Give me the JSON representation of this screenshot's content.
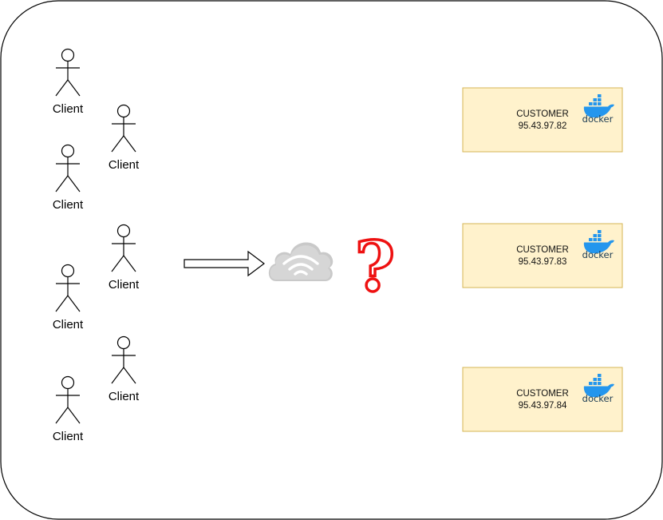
{
  "clients": [
    {
      "label": "Client"
    },
    {
      "label": "Client"
    },
    {
      "label": "Client"
    },
    {
      "label": "Client"
    },
    {
      "label": "Client"
    },
    {
      "label": "Client"
    },
    {
      "label": "Client"
    }
  ],
  "question_mark": "?",
  "customers": [
    {
      "title": "CUSTOMER",
      "ip": "95.43.97.82",
      "logo_text": "docker"
    },
    {
      "title": "CUSTOMER",
      "ip": "95.43.97.83",
      "logo_text": "docker"
    },
    {
      "title": "CUSTOMER",
      "ip": "95.43.97.84",
      "logo_text": "docker"
    }
  ],
  "colors": {
    "customer_fill": "#fff2cc",
    "customer_stroke": "#d6b656",
    "question": "#ee1111",
    "docker": "#2496ed",
    "cloud": "#c9c9c9"
  },
  "icons": {
    "client": "stick-figure-icon",
    "cloud": "wifi-cloud-icon",
    "arrow": "right-arrow-icon",
    "docker": "docker-whale-icon"
  }
}
